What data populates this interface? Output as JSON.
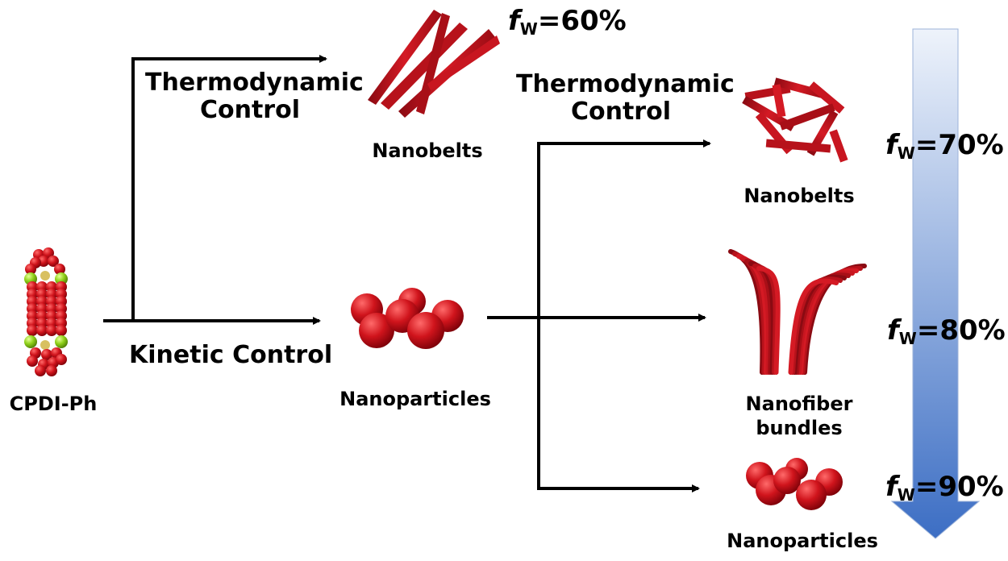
{
  "molecule": {
    "label": "CPDI-Ph"
  },
  "branch_top": {
    "control_line1": "Thermodynamic",
    "control_line2": "Control",
    "product": "Nanobelts",
    "fw": {
      "f": "f",
      "sub": "W",
      "value": "=60%"
    }
  },
  "branch_main": {
    "control": "Kinetic Control",
    "product": "Nanoparticles"
  },
  "branch_right": {
    "control_line1": "Thermodynamic",
    "control_line2": "Control",
    "product_1": "Nanobelts",
    "fw_1": {
      "f": "f",
      "sub": "W",
      "value": "=70%"
    },
    "product_2_line1": "Nanofiber",
    "product_2_line2": "bundles",
    "fw_2": {
      "f": "f",
      "sub": "W",
      "value": "=80%"
    },
    "product_3": "Nanoparticles",
    "fw_3": {
      "f": "f",
      "sub": "W",
      "value": "=90%"
    }
  },
  "colors": {
    "arrow": "#000000",
    "nano_red": "#c8101e",
    "gradient_top": "#eef3fb",
    "gradient_bottom": "#3c6ec4",
    "molecule_red": "#d0141c",
    "molecule_green": "#8fd11a"
  }
}
